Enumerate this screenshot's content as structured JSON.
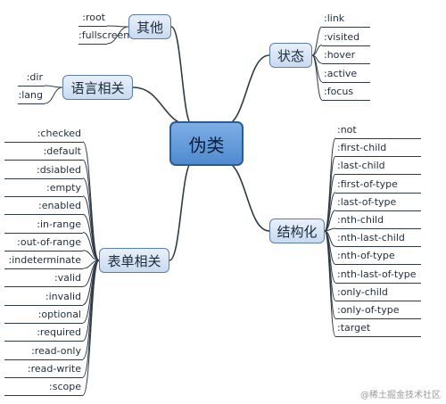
{
  "central": "伪类",
  "branches": {
    "qita": {
      "label": "其他",
      "items": [
        ":root",
        ":fullscreen"
      ]
    },
    "yuyan": {
      "label": "语言相关",
      "items": [
        ":dir",
        ":lang"
      ]
    },
    "biaodan": {
      "label": "表单相关",
      "items": [
        ":checked",
        ":default",
        ":dsiabled",
        ":empty",
        ":enabled",
        ":in-range",
        ":out-of-range",
        ":indeterminate",
        ":valid",
        ":invalid",
        ":optional",
        ":required",
        ":read-only",
        ":read-write",
        ":scope"
      ]
    },
    "zhuangtai": {
      "label": "状态",
      "items": [
        ":link",
        ":visited",
        ":hover",
        ":active",
        ":focus"
      ]
    },
    "jiegouhua": {
      "label": "结构化",
      "items": [
        ":not",
        ":first-child",
        ":last-child",
        ":first-of-type",
        ":last-of-type",
        ":nth-child",
        ":nth-last-child",
        ":nth-of-type",
        ":nth-last-of-type",
        ":only-child",
        ":only-of-type",
        ":target"
      ]
    }
  },
  "watermark": "@稀土掘金技术社区",
  "colors": {
    "line": "#2e3a46",
    "topic_border": "#5a7fae",
    "central_fill": "#5f97d8"
  }
}
